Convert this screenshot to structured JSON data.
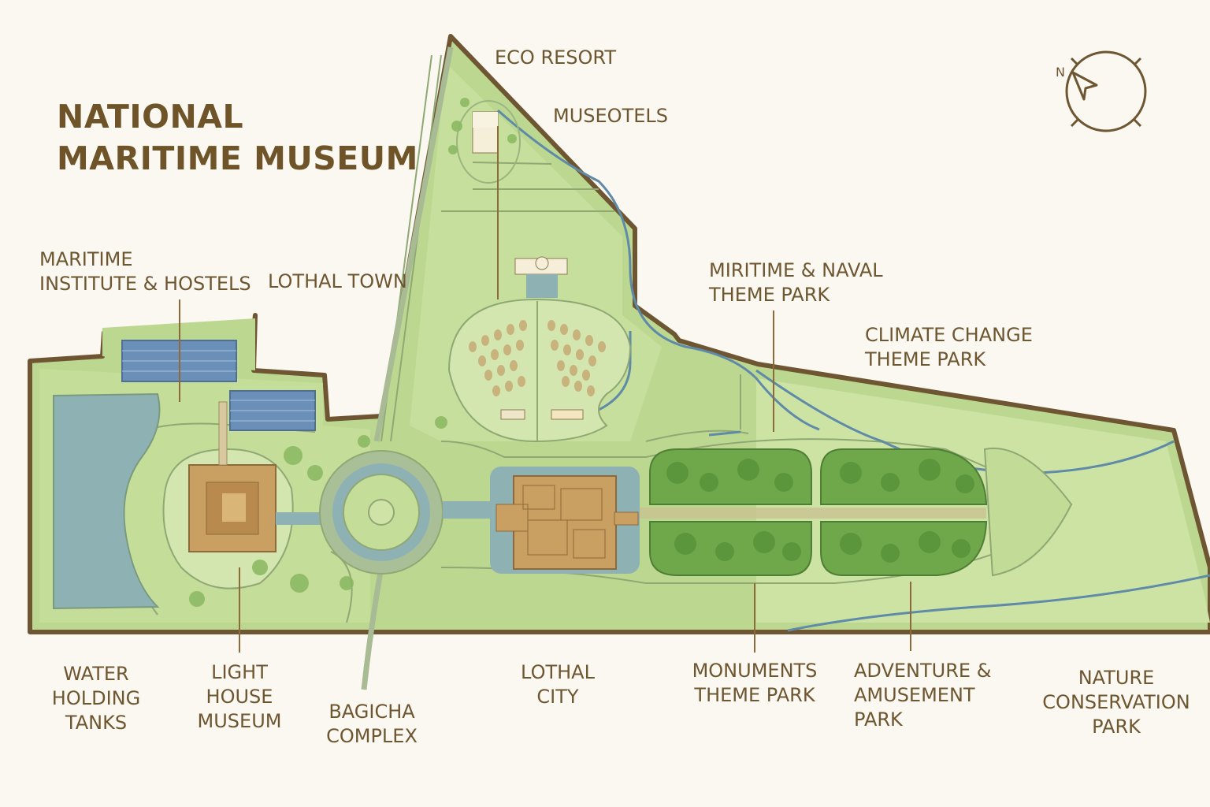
{
  "title": {
    "line1": "NATIONAL",
    "line2": "MARITIME MUSEUM"
  },
  "labels": {
    "eco_resort": [
      "ECO RESORT"
    ],
    "museotels": [
      "MUSEOTELS"
    ],
    "maritime_institute": [
      "MARITIME",
      "INSTITUTE & HOSTELS"
    ],
    "lothal_town": [
      "LOTHAL TOWN"
    ],
    "miritime_naval": [
      "MIRITIME & NAVAL",
      "THEME PARK"
    ],
    "climate_change": [
      "CLIMATE CHANGE",
      "THEME PARK"
    ],
    "water_tanks": [
      "WATER",
      "HOLDING",
      "TANKS"
    ],
    "light_house": [
      "LIGHT",
      "HOUSE",
      "MUSEUM"
    ],
    "bagicha": [
      "BAGICHA",
      "COMPLEX"
    ],
    "lothal_city": [
      "LOTHAL",
      "CITY"
    ],
    "monuments": [
      "MONUMENTS",
      "THEME PARK"
    ],
    "adventure": [
      "ADVENTURE &",
      "AMUSEMENT",
      "PARK"
    ],
    "nature": [
      "NATURE",
      "CONSERVATION",
      "PARK"
    ]
  },
  "compass": {
    "letter": "N"
  },
  "colors": {
    "land": "#bcd890",
    "land_light": "#cfe3a6",
    "border": "#6f5633",
    "water": "#8eb2b4",
    "forest": "#6fa84a",
    "building": "#c9a062",
    "text": "#6e5630",
    "background": "#faf8f1"
  }
}
